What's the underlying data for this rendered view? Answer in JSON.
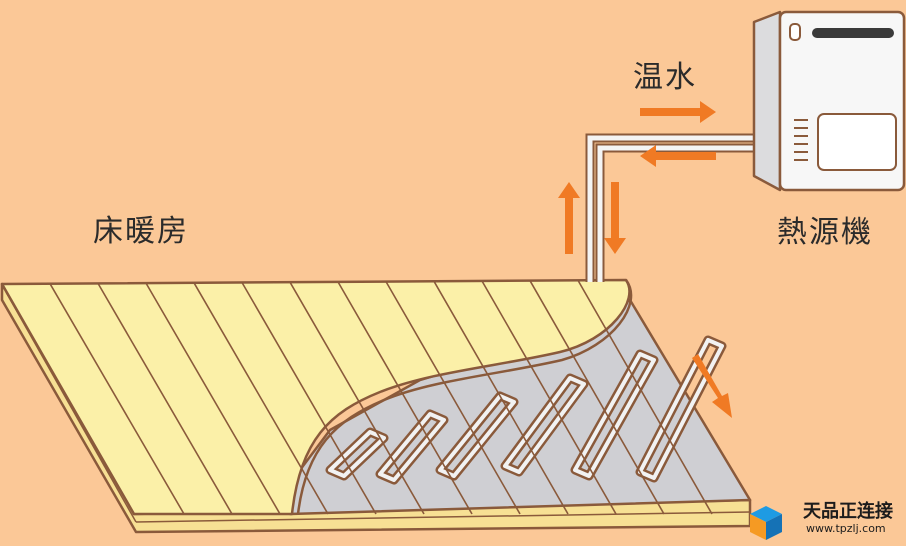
{
  "labels": {
    "floor_heating": "床暖房",
    "warm_water": "温水",
    "heat_source": "熱源機"
  },
  "watermark": {
    "name": "天品正连接",
    "url": "www.tpzlj.com"
  },
  "icons": [
    "arrow-right-icon",
    "arrow-left-icon",
    "arrow-up-icon",
    "arrow-down-icon",
    "arrow-down-right-icon",
    "cube-logo-icon"
  ],
  "colors": {
    "background": "#fbc897",
    "floorboard": "#fbf0a8",
    "board_edge": "#f7e094",
    "concrete": "#cfcfd3",
    "pipe": "#f2f2f2",
    "outline": "#8a5a3b",
    "arrow": "#f07a24",
    "logo_blue": "#1e9be3",
    "logo_orange": "#f59a23"
  }
}
